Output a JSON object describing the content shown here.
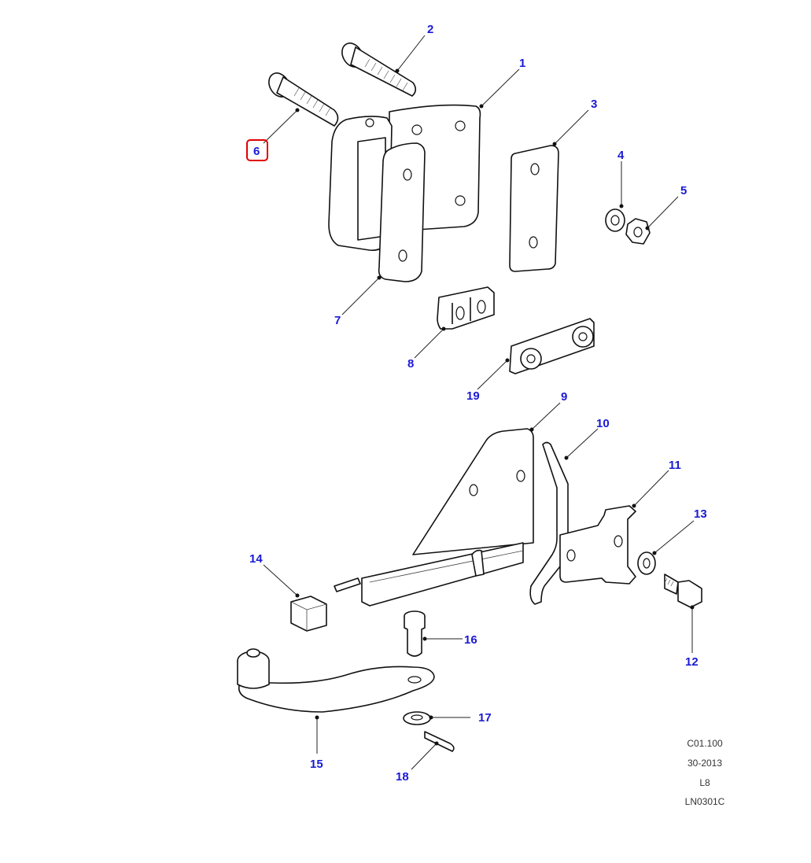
{
  "diagram": {
    "title": "Exploded parts diagram - hinge assembly",
    "callouts": [
      {
        "id": "1",
        "label": "1"
      },
      {
        "id": "2",
        "label": "2"
      },
      {
        "id": "3",
        "label": "3"
      },
      {
        "id": "4",
        "label": "4"
      },
      {
        "id": "5",
        "label": "5"
      },
      {
        "id": "6",
        "label": "6",
        "selected": true
      },
      {
        "id": "7",
        "label": "7"
      },
      {
        "id": "8",
        "label": "8"
      },
      {
        "id": "9",
        "label": "9"
      },
      {
        "id": "10",
        "label": "10"
      },
      {
        "id": "11",
        "label": "11"
      },
      {
        "id": "12",
        "label": "12"
      },
      {
        "id": "13",
        "label": "13"
      },
      {
        "id": "14",
        "label": "14"
      },
      {
        "id": "15",
        "label": "15"
      },
      {
        "id": "16",
        "label": "16"
      },
      {
        "id": "17",
        "label": "17"
      },
      {
        "id": "18",
        "label": "18"
      },
      {
        "id": "19",
        "label": "19"
      }
    ],
    "selected_callout": "6",
    "callout_color": "#1a1ad6",
    "highlight_color": "#e00000"
  },
  "reference": {
    "code": "C01.100",
    "date": "30-2013",
    "group": "L8",
    "illustration_id": "LN0301C"
  }
}
